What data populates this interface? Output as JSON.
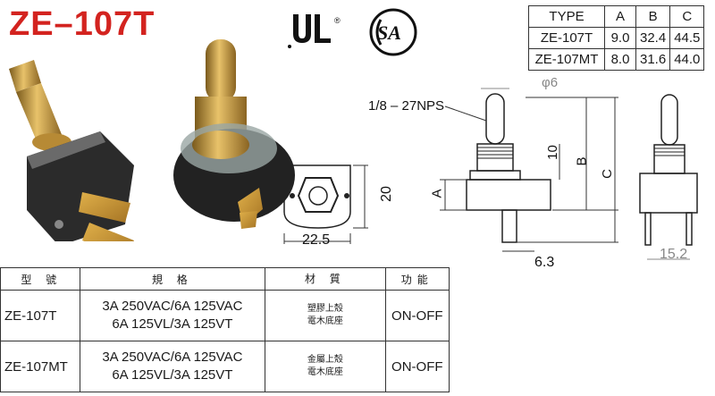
{
  "title": "ZE–107T",
  "certifications": {
    "ul_mark": "UL",
    "csa_mark": "CSA"
  },
  "type_table": {
    "headers": [
      "TYPE",
      "A",
      "B",
      "C"
    ],
    "rows": [
      {
        "type": "ZE-107T",
        "a": "9.0",
        "b": "32.4",
        "c": "44.5"
      },
      {
        "type": "ZE-107MT",
        "a": "8.0",
        "b": "31.6",
        "c": "44.0"
      }
    ]
  },
  "drawings": {
    "thread_label": "1/8 – 27NPS",
    "dia_label": "φ6",
    "dim_10": "10",
    "dim_a": "A",
    "dim_b": "B",
    "dim_c": "C",
    "dim_20": "20",
    "dim_22_5": "22.5",
    "dim_6_3": "6.3",
    "dim_15_2": "15.2"
  },
  "spec_table": {
    "headers": {
      "model": "型 號",
      "spec": "規 格",
      "material": "材 質",
      "function": "功能"
    },
    "rows": [
      {
        "model": "ZE-107T",
        "spec_line1": "3A 250VAC/6A 125VAC",
        "spec_line2": "6A 125VL/3A 125VT",
        "material_line1": "塑膠上殼",
        "material_line2": "電木底座",
        "function": "ON-OFF"
      },
      {
        "model": "ZE-107MT",
        "spec_line1": "3A 250VAC/6A 125VAC",
        "spec_line2": "6A 125VL/3A 125VT",
        "material_line1": "金屬上殼",
        "material_line2": "電木底座",
        "function": "ON-OFF"
      }
    ]
  },
  "colors": {
    "title_red": "#d3231f",
    "brass": "#c89a3a",
    "black_body": "#222222"
  }
}
